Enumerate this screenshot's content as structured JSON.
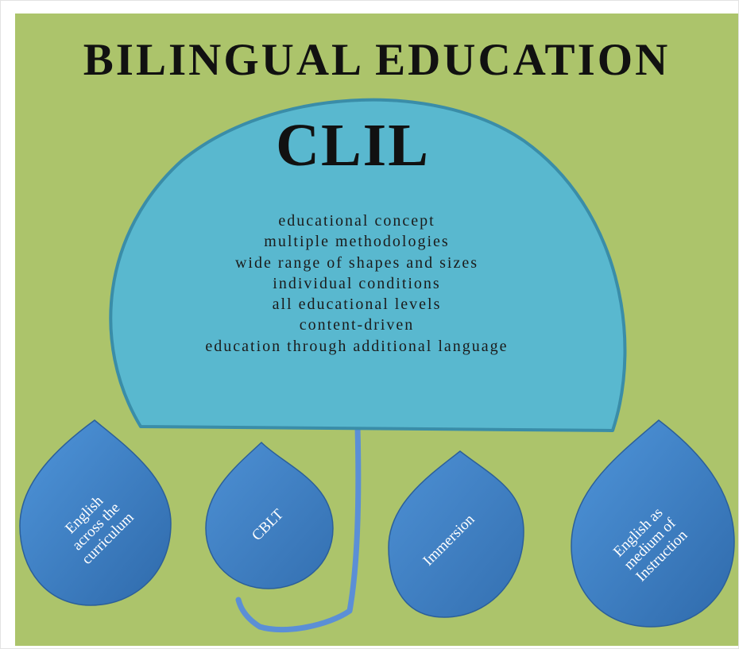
{
  "title": "BILINGUAL EDUCATION",
  "umbrella": {
    "heading": "CLIL",
    "features": [
      "educational concept",
      "multiple methodologies",
      "wide range of shapes and sizes",
      "individual conditions",
      "all educational levels",
      "content-driven",
      "education through additional language"
    ]
  },
  "drops": [
    {
      "lines": [
        "English",
        "across the",
        "curriculum"
      ]
    },
    {
      "lines": [
        "CBLT"
      ]
    },
    {
      "lines": [
        "Immersion"
      ]
    },
    {
      "lines": [
        "English as",
        "medium of",
        "Instruction"
      ]
    }
  ],
  "colors": {
    "background": "#acc46b",
    "canopy_fill": "#59b8cf",
    "canopy_stroke": "#3a8da8",
    "drop_fill": "#3f7fc4",
    "handle": "#5b8fd6"
  }
}
